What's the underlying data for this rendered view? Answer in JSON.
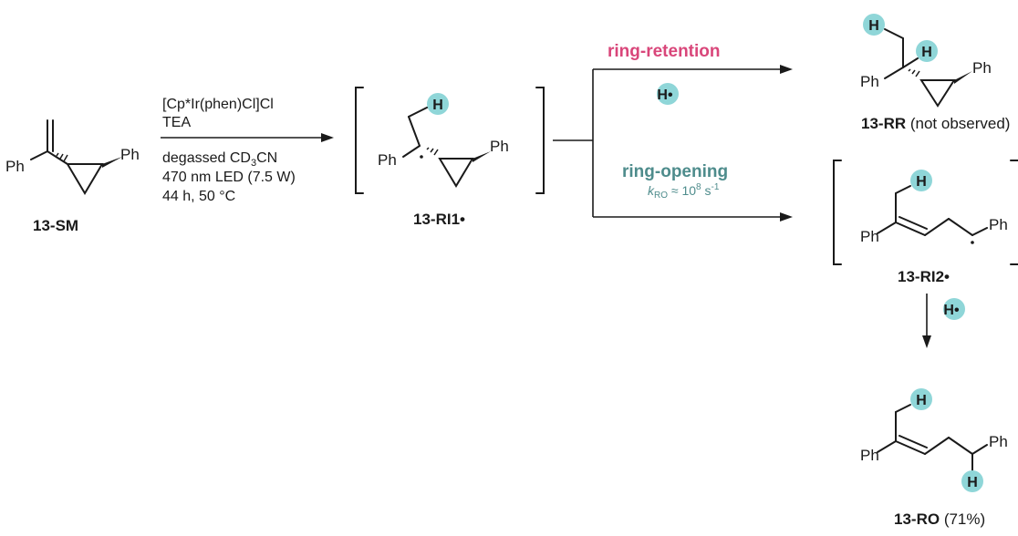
{
  "compounds": {
    "sm": {
      "id": "13-SM"
    },
    "ri1": {
      "id": "13-RI1•"
    },
    "rr": {
      "id": "13-RR",
      "note": "(not observed)"
    },
    "ri2": {
      "id": "13-RI2•"
    },
    "ro": {
      "id": "13-RO",
      "yield": "(71%)"
    }
  },
  "conditions": {
    "line1": "[Cp*Ir(phen)Cl]Cl",
    "line2": "TEA",
    "line3_pre": "degassed CD",
    "line3_sub": "3",
    "line3_post": "CN",
    "line4": "470 nm LED (7.5 W)",
    "line5": "44 h, 50 °C"
  },
  "pathways": {
    "retention": "ring-retention",
    "opening": "ring-opening",
    "rate_k": "k",
    "rate_sub": "RO",
    "rate_mid": " ≈ 10",
    "rate_sup": "8",
    "rate_unit": " s",
    "rate_unit_sup": "-1"
  },
  "atoms": {
    "ph": "Ph",
    "h": "H",
    "h_radical": "H•"
  },
  "colors": {
    "h_badge": "#8fd6d8",
    "retention": "#d9467a",
    "opening": "#4e8c8c"
  }
}
